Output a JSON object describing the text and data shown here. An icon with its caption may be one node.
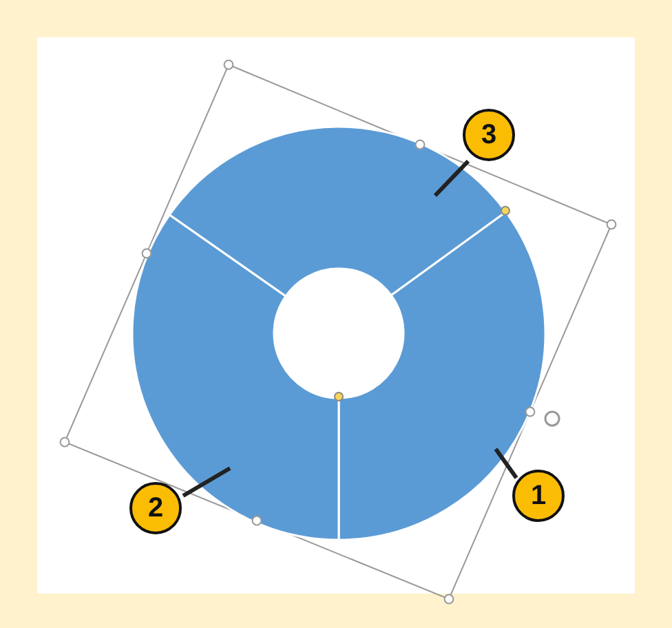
{
  "diagram": {
    "nodes": [
      {
        "text": [
          "3"
        ]
      },
      {
        "text": [
          "1"
        ]
      },
      {
        "text": [
          "2"
        ]
      },
      {
        "text": [],
        "shape": "sector"
      },
      {
        "text": [],
        "shape": "sector"
      },
      {
        "text": [],
        "shape": "sector"
      }
    ],
    "edges": [
      {
        "from": 0,
        "to": 5,
        "arrow": "none"
      },
      {
        "from": 1,
        "to": 3,
        "arrow": "none"
      },
      {
        "from": 2,
        "to": 4,
        "arrow": "none"
      }
    ]
  }
}
